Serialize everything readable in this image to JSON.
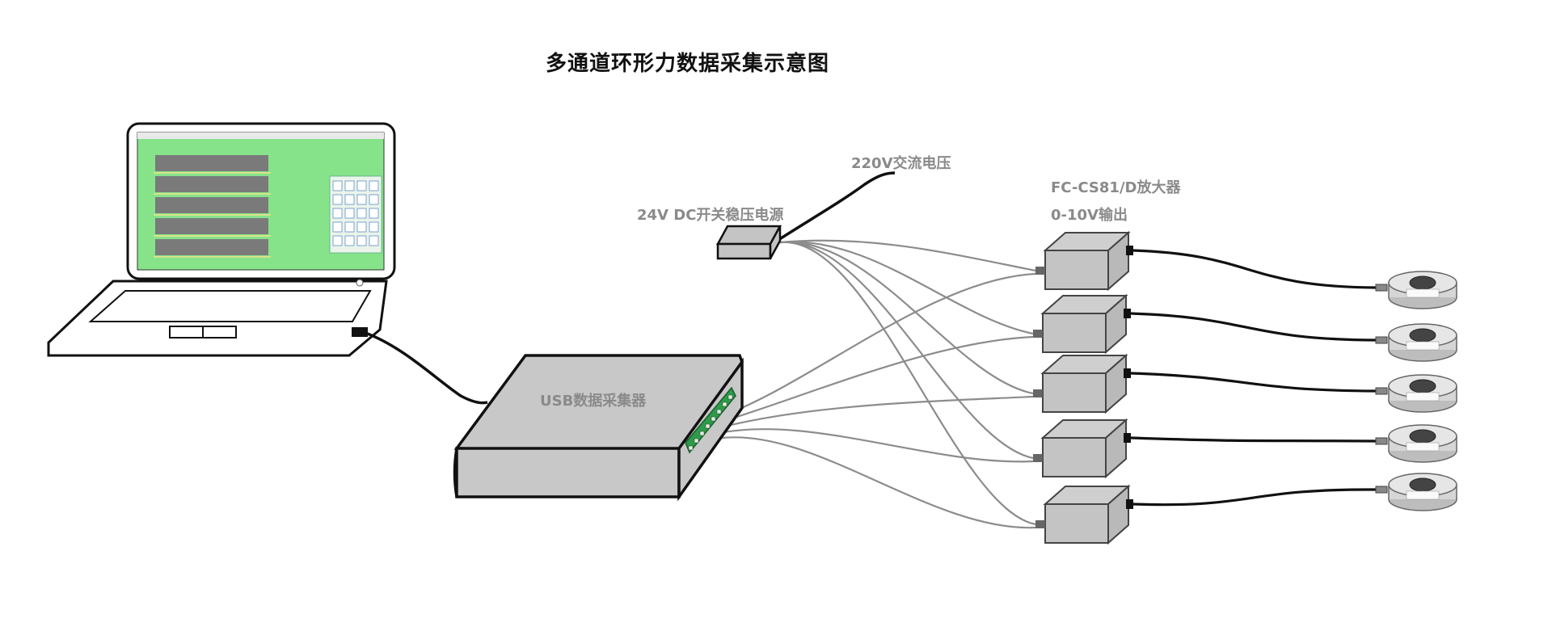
{
  "title": "多通道环形力数据采集示意图",
  "labels": {
    "power_supply": "24V DC开关稳压电源",
    "ac_input": "220V交流电压",
    "amplifier_model": "FC-CS81/D放大器",
    "amplifier_output": "0-10V输出",
    "daq": "USB数据采集器"
  },
  "amplifier_count": 5,
  "sensor_count": 5,
  "colors": {
    "device_fill": "#c4c4c4",
    "daq_fill": "#c8c8c8",
    "daq_ports": "#2e9a4a",
    "wire_gray": "#8c8c8c",
    "wire_black": "#111111",
    "screen_green": "#86e38a",
    "screen_bar": "#7a7a7a"
  }
}
